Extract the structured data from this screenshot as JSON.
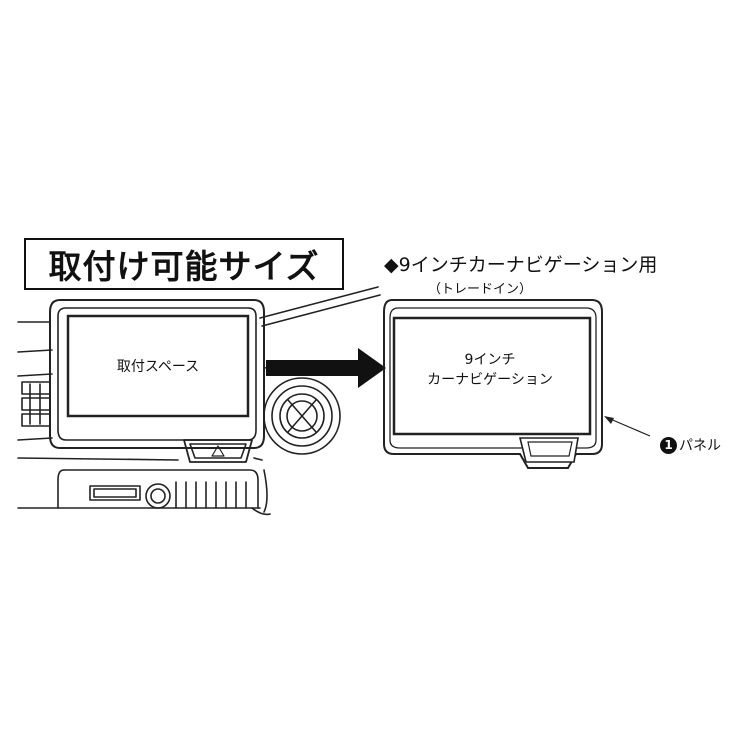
{
  "title": "取付け可能サイズ",
  "heading": "◆9インチカーナビゲーション用",
  "subheading": "（トレードイン）",
  "mount_space_label": "取付スペース",
  "nav_unit": {
    "line1": "9インチ",
    "line2": "カーナビゲーション"
  },
  "panel_callout": {
    "number": "1",
    "label": "パネル"
  },
  "icons": {
    "hazard": "hazard-triangle-icon",
    "arrow": "right-arrow-icon",
    "callout": "number-1-circle-icon"
  }
}
